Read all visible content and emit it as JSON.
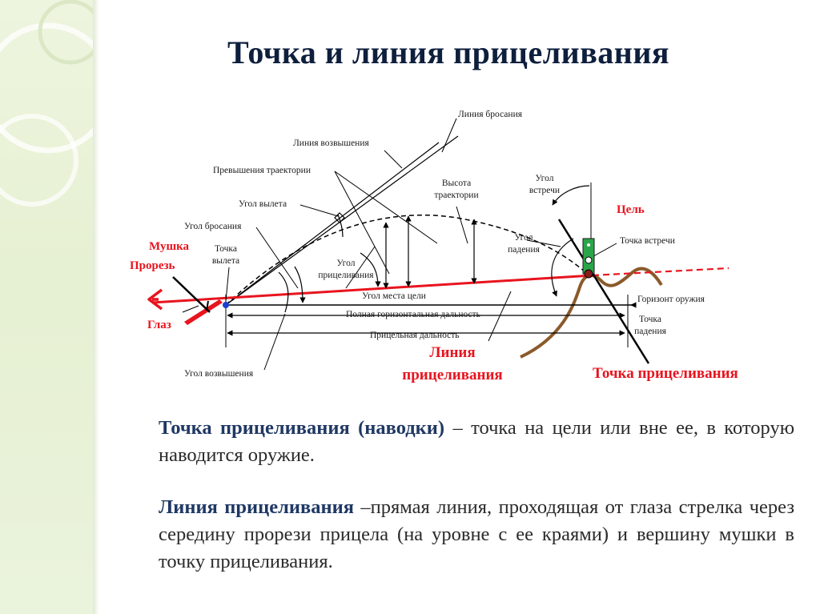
{
  "slide": {
    "title": "Точка и линия прицеливания"
  },
  "diagram": {
    "labels": {
      "throw_line": "Линия бросания",
      "elevation_line": "Линия возвышения",
      "trajectory_excess": "Превышения траектории",
      "departure_angle": "Угол вылета",
      "throw_angle": "Угол бросания",
      "front_sight": "Мушка",
      "rear_sight": "Прорезь",
      "eye": "Глаз",
      "departure_point": "Точка вылета",
      "departure_point_l1": "Точка",
      "departure_point_l2": "вылета",
      "aim_angle_l1": "Угол",
      "aim_angle_l2": "прицеливания",
      "trajectory_height_l1": "Высота",
      "trajectory_height_l2": "траектории",
      "meeting_angle_l1": "Угол",
      "meeting_angle_l2": "встречи",
      "target": "Цель",
      "meeting_point": "Точка встречи",
      "fall_angle_l1": "Угол",
      "fall_angle_l2": "падения",
      "target_place_angle": "Угол места цели",
      "full_horizontal_range": "Полная горизонтальная дальность",
      "aiming_range": "Прицельная дальность",
      "weapon_horizon": "Горизонт оружия",
      "fall_point_l1": "Точка",
      "fall_point_l2": "падения",
      "elevation_angle": "Угол возвышения",
      "aim_line_l1": "Линия",
      "aim_line_l2": "прицеливания",
      "aim_point": "Точка прицеливания"
    },
    "colors": {
      "aim_line": "#e8141e",
      "ground": "#8b5a2b",
      "target": "#2aa64a",
      "title": "#0e1f3d",
      "term": "#1f3864"
    }
  },
  "definitions": {
    "aim_point_term": "Точка прицеливания (наводки)",
    "aim_point_text": " – точка на цели или вне ее, в которую наводится оружие.",
    "aim_line_term": "Линия прицеливания",
    "aim_line_text": " –прямая линия, проходящая от глаза стрелка через середину прорези прицела (на уровне с ее краями) и вершину мушки в точку прицеливания."
  }
}
